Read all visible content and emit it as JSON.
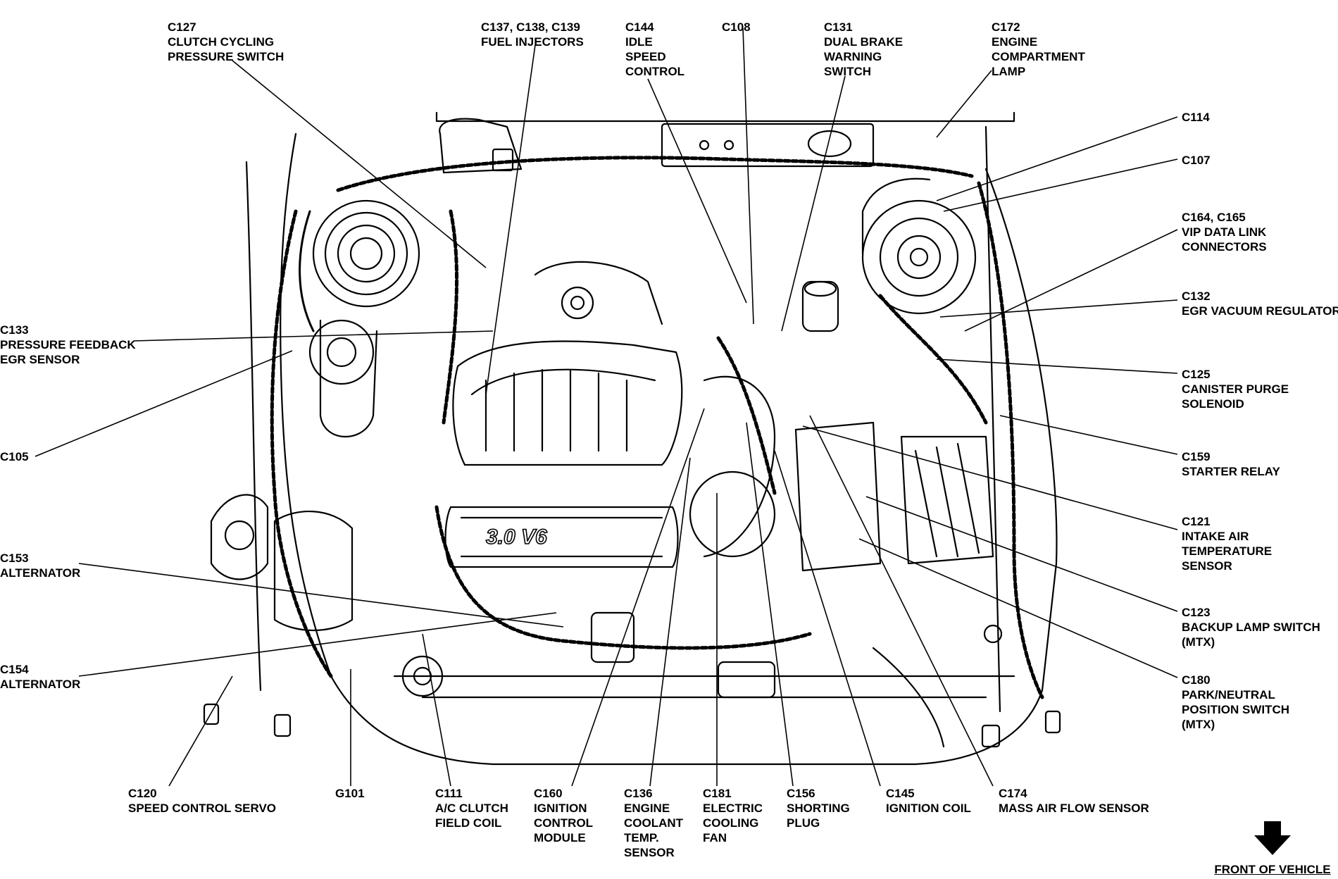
{
  "labels": [
    {
      "key": "c127",
      "id": "C127",
      "lines": [
        "CLUTCH CYCLING",
        "PRESSURE SWITCH"
      ]
    },
    {
      "key": "c137",
      "id": "C137, C138, C139",
      "lines": [
        "FUEL INJECTORS"
      ]
    },
    {
      "key": "c144",
      "id": "C144",
      "lines": [
        "IDLE",
        "SPEED",
        "CONTROL"
      ]
    },
    {
      "key": "c108",
      "id": "C108",
      "lines": []
    },
    {
      "key": "c131",
      "id": "C131",
      "lines": [
        "DUAL BRAKE",
        "WARNING",
        "SWITCH"
      ]
    },
    {
      "key": "c172",
      "id": "C172",
      "lines": [
        "ENGINE",
        "COMPARTMENT",
        "LAMP"
      ]
    },
    {
      "key": "c114",
      "id": "C114",
      "lines": []
    },
    {
      "key": "c107",
      "id": "C107",
      "lines": []
    },
    {
      "key": "c164",
      "id": "C164, C165",
      "lines": [
        "VIP DATA LINK",
        "CONNECTORS"
      ]
    },
    {
      "key": "c132",
      "id": "C132",
      "lines": [
        "EGR VACUUM REGULATOR"
      ]
    },
    {
      "key": "c125",
      "id": "C125",
      "lines": [
        "CANISTER PURGE",
        "SOLENOID"
      ]
    },
    {
      "key": "c159",
      "id": "C159",
      "lines": [
        "STARTER RELAY"
      ]
    },
    {
      "key": "c121",
      "id": "C121",
      "lines": [
        "INTAKE AIR",
        "TEMPERATURE",
        "SENSOR"
      ]
    },
    {
      "key": "c123",
      "id": "C123",
      "lines": [
        "BACKUP LAMP SWITCH",
        "(MTX)"
      ]
    },
    {
      "key": "c180",
      "id": "C180",
      "lines": [
        "PARK/NEUTRAL",
        "POSITION SWITCH",
        "(MTX)"
      ]
    },
    {
      "key": "c174",
      "id": "C174",
      "lines": [
        "MASS AIR FLOW SENSOR"
      ]
    },
    {
      "key": "c145",
      "id": "C145",
      "lines": [
        "IGNITION COIL"
      ]
    },
    {
      "key": "c156",
      "id": "C156",
      "lines": [
        "SHORTING",
        "PLUG"
      ]
    },
    {
      "key": "c181",
      "id": "C181",
      "lines": [
        "ELECTRIC",
        "COOLING",
        "FAN"
      ]
    },
    {
      "key": "c136",
      "id": "C136",
      "lines": [
        "ENGINE",
        "COOLANT",
        "TEMP.",
        "SENSOR"
      ]
    },
    {
      "key": "c160",
      "id": "C160",
      "lines": [
        "IGNITION",
        "CONTROL",
        "MODULE"
      ]
    },
    {
      "key": "c111",
      "id": "C111",
      "lines": [
        "A/C CLUTCH",
        "FIELD COIL"
      ]
    },
    {
      "key": "g101",
      "id": "G101",
      "lines": []
    },
    {
      "key": "c120",
      "id": "C120",
      "lines": [
        "SPEED CONTROL SERVO"
      ]
    },
    {
      "key": "c154",
      "id": "C154",
      "lines": [
        "ALTERNATOR"
      ]
    },
    {
      "key": "c153",
      "id": "C153",
      "lines": [
        "ALTERNATOR"
      ]
    },
    {
      "key": "c105",
      "id": "C105",
      "lines": []
    },
    {
      "key": "c133",
      "id": "C133",
      "lines": [
        "PRESSURE FEEDBACK",
        "EGR SENSOR"
      ]
    }
  ],
  "engine_badge": "3.0 V6",
  "footer": {
    "front_of_vehicle": "FRONT OF VEHICLE",
    "arrow_icon": "down-arrow-icon"
  }
}
